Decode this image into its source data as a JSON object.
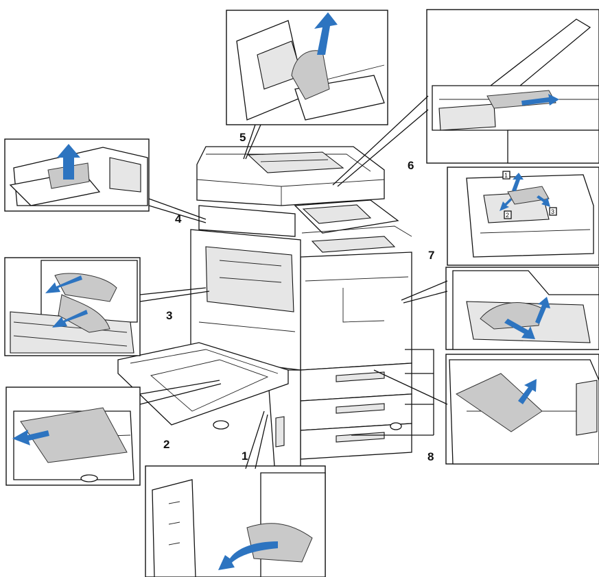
{
  "callouts": [
    {
      "id": "1",
      "label": "1"
    },
    {
      "id": "2",
      "label": "2"
    },
    {
      "id": "3",
      "label": "3"
    },
    {
      "id": "4",
      "label": "4"
    },
    {
      "id": "5",
      "label": "5"
    },
    {
      "id": "6",
      "label": "6"
    },
    {
      "id": "7",
      "label": "7"
    },
    {
      "id": "8",
      "label": "8"
    }
  ],
  "step_markers": [
    "1",
    "2",
    "3"
  ],
  "colors": {
    "arrow": "#2d74c0",
    "paper": "#c9c9c9",
    "line": "#111111"
  },
  "icons": [
    "blue-removal-arrow-icon"
  ]
}
